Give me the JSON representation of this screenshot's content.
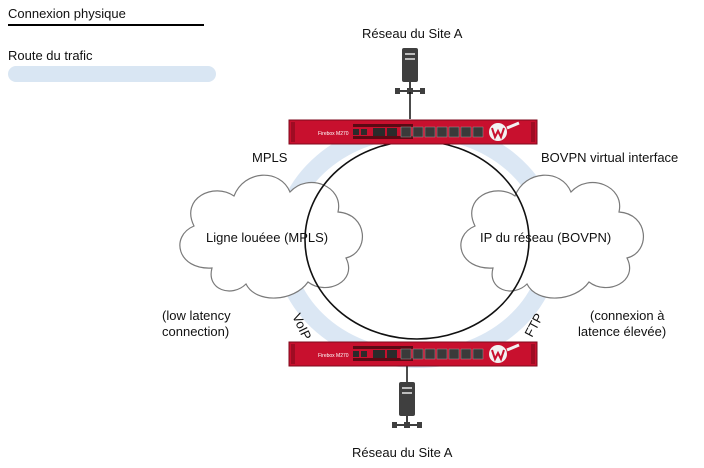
{
  "legend": {
    "physical_label": "Connexion physique",
    "route_label": "Route du trafic"
  },
  "sites": {
    "top": "Réseau du Site A",
    "bottom": "Réseau du Site A"
  },
  "clouds": {
    "left": "Ligne louéee (MPLS)",
    "right": "IP du réseau (BOVPN)"
  },
  "links": {
    "left": "MPLS",
    "right": "BOVPN virtual interface"
  },
  "notes": {
    "low_line1": "(low latency",
    "low_line2": "connection)",
    "high_line1": "(connexion à",
    "high_line2": "latence élevée)"
  },
  "traffic": {
    "left": "VoIP",
    "right": "FTP"
  },
  "firebox": {
    "model": "Firebox M270"
  },
  "colors": {
    "firebox_red": "#c8102e",
    "route_blue": "#d9e6f3"
  }
}
